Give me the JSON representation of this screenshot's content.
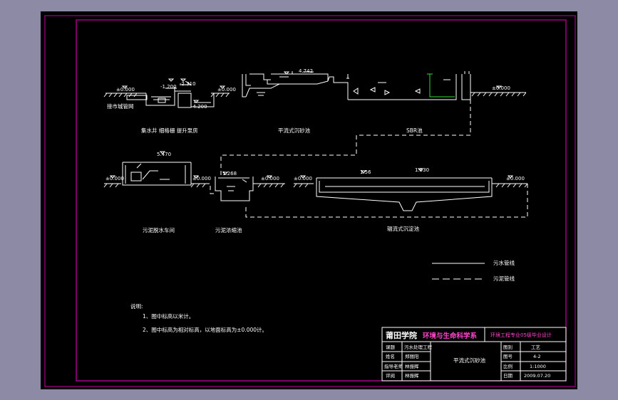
{
  "colors": {
    "background_outer": "#8d8aa6",
    "drawing_bg": "#000000",
    "frame": "#cc00aa",
    "line": "#ffffff",
    "accent_text": "#ff44cc",
    "green": "#33dd33"
  },
  "elevations": {
    "e_inlet": "±0.000",
    "e_screen_top": "-1.200",
    "e_screen_bottom": "-2.310",
    "e_pump_bottom": "-4.200",
    "e_pump_right": "±0.000",
    "e_sed_top": "4.742",
    "e_sbr_right": "±0.000",
    "e_dewater_top": "5.470",
    "e_dewater_left": "±0.000",
    "e_dewater_right": "±0.000",
    "e_thick_top": "1.268",
    "e_thick_right": "±0.000",
    "e_radial_left": "±0.000",
    "e_radial_top1": "1.56",
    "e_radial_top2": "1.930",
    "e_radial_right": "±0.000"
  },
  "labels": {
    "inlet_well": "接市城管网",
    "collect_screen_pump": "集水井  细格栅  提升泵房",
    "horizontal_sed": "平流式沉砂池",
    "sbr": "SBR池",
    "dewater_room": "污泥脱水车间",
    "sludge_thickener": "污泥浓缩池",
    "radial_sed": "辐流式沉淀池"
  },
  "legend": {
    "solid_label": "污水管线",
    "dashed_label": "污泥管线"
  },
  "notes": {
    "title": "说明:",
    "line1": "1、图中标高以米计。",
    "line2": "2、图中标高为相对标高，以地面标高为±0.000计。"
  },
  "title_block": {
    "school": "莆田学院",
    "department": "环境与生命科学系",
    "project": "环境工程专业05级毕业设计",
    "label_subject": "课题",
    "value_subject": "污水处理工程",
    "label_name": "姓名",
    "value_name": "郑丽阳",
    "label_advisor": "指导老师",
    "value_advisor": "林振辉",
    "label_review": "评阅",
    "value_review": "林振辉",
    "drawing_title": "平流式沉砂池",
    "label_drawing_no": "图别",
    "value_drawing_no": "工艺",
    "label_sheet": "图号",
    "value_sheet": "4-2",
    "label_scale": "比例",
    "value_scale": "1:1000",
    "label_date": "日期",
    "value_date": "2009.07.20"
  }
}
